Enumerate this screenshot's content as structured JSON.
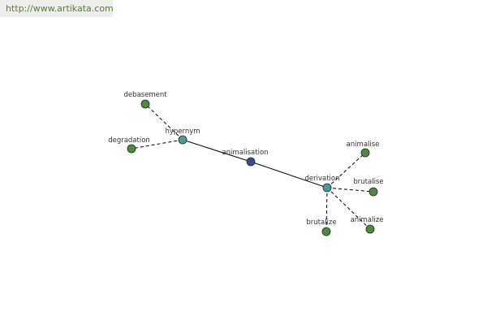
{
  "header": {
    "url": "http://www.artikata.com"
  },
  "colors": {
    "center": "#3b4b8c",
    "relation": "#4a9a9a",
    "word": "#4e8a3e"
  },
  "graph": {
    "center": "animalisation",
    "relations": [
      {
        "label": "hypernym",
        "words": [
          "debasement",
          "degradation"
        ]
      },
      {
        "label": "derivation",
        "words": [
          "animalise",
          "brutalise",
          "animalize",
          "brutalize"
        ]
      }
    ]
  }
}
